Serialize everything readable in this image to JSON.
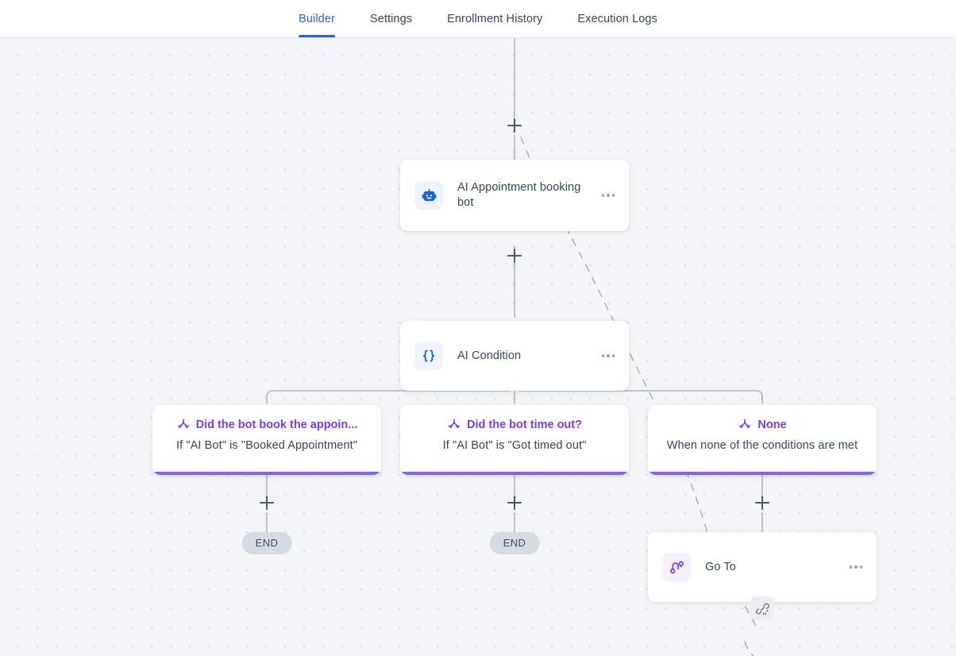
{
  "header": {
    "tabs": [
      {
        "label": "Builder",
        "active": true
      },
      {
        "label": "Settings",
        "active": false
      },
      {
        "label": "Enrollment History",
        "active": false
      },
      {
        "label": "Execution Logs",
        "active": false
      }
    ]
  },
  "colors": {
    "accent_blue": "#2563eb",
    "accent_purple": "#7c3aed",
    "branch_bar": "#8b5cf6",
    "canvas_bg": "#f3f5f8",
    "card_bg": "#ffffff",
    "end_pill_bg": "#d6dbe3",
    "text_primary": "#33475b",
    "connector": "#b0b6bf"
  },
  "canvas": {
    "nodes": [
      {
        "id": "ai-appointment-booking-bot",
        "title": "AI Appointment booking bot",
        "icon": "robot-icon",
        "icon_theme": "blue",
        "menu": "ellipsis-icon"
      },
      {
        "id": "ai-condition",
        "title": "AI Condition",
        "icon": "curly-braces-icon",
        "icon_theme": "blue",
        "menu": "ellipsis-icon"
      },
      {
        "id": "go-to",
        "title": "Go To",
        "icon": "go-to-icon",
        "icon_theme": "violet",
        "menu": "ellipsis-icon"
      }
    ],
    "branches": [
      {
        "id": "branch-booked-appointment",
        "title": "Did the bot book the appoin...",
        "subtitle": "If \"AI Bot\" is \"Booked Appointment\"",
        "icon": "branch-fork-icon"
      },
      {
        "id": "branch-timed-out",
        "title": "Did the bot time out?",
        "subtitle": "If \"AI Bot\" is \"Got timed out\"",
        "icon": "branch-fork-icon"
      },
      {
        "id": "branch-none",
        "title": "None",
        "subtitle": "When none of the conditions are met",
        "icon": "branch-fork-icon"
      }
    ],
    "end_pills": [
      {
        "id": "end-left",
        "label": "END"
      },
      {
        "id": "end-middle",
        "label": "END"
      }
    ],
    "add_handles": [
      {
        "id": "add-step-top"
      },
      {
        "id": "add-step-after-bot"
      },
      {
        "id": "add-step-branch-left"
      },
      {
        "id": "add-step-branch-middle"
      },
      {
        "id": "add-step-branch-right"
      }
    ],
    "unlink_badge": {
      "id": "unlink-goto",
      "icon": "broken-link-icon"
    }
  }
}
